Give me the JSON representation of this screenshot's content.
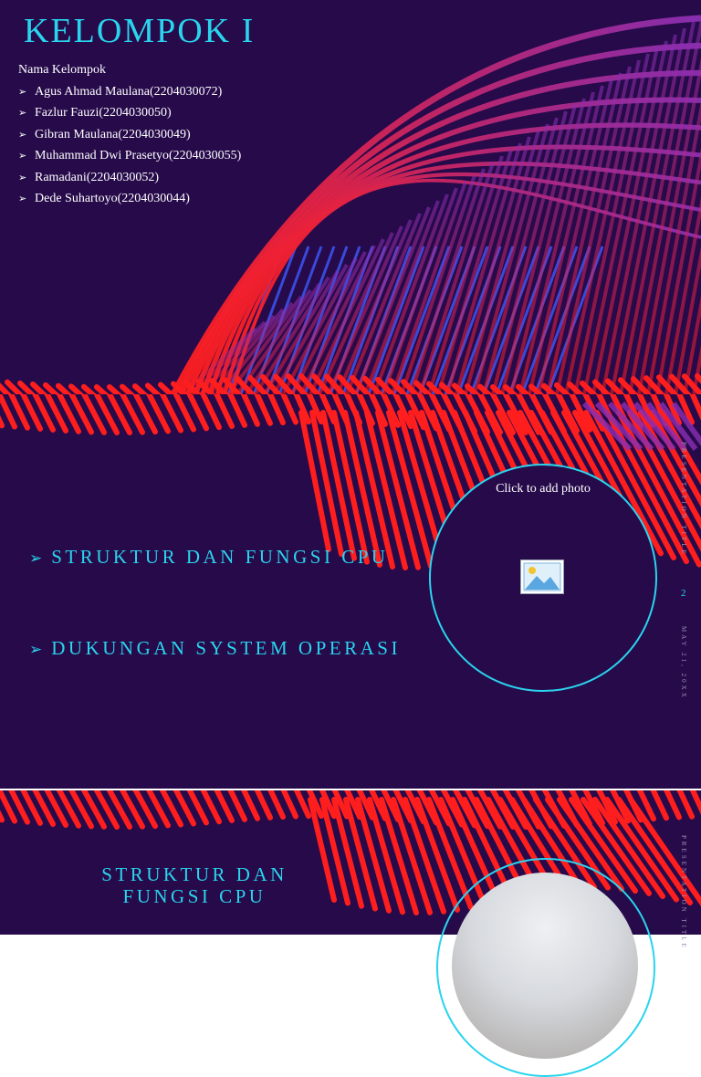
{
  "slide1": {
    "title": "KELOMPOK I",
    "group_label": "Nama Kelompok",
    "members": [
      "Agus Ahmad Maulana(2204030072)",
      "Fazlur Fauzi(2204030050)",
      "Gibran Maulana(2204030049)",
      "Muhammad Dwi Prasetyo(2204030055)",
      "Ramadani(2204030052)",
      "Dede Suhartoyo(2204030044)"
    ]
  },
  "slide2": {
    "topics": [
      "STRUKTUR DAN FUNGSI CPU",
      "DUKUNGAN SYSTEM OPERASI"
    ],
    "photo_placeholder": "Click to add photo",
    "side_title": "PRESENTATION TITLE",
    "page_number": "2",
    "side_date": "MAY 21, 20XX"
  },
  "slide3": {
    "title": "STRUKTUR DAN FUNGSI CPU",
    "side_title": "PRESENTATION TITLE"
  },
  "bullet_glyph": "➢",
  "icons": {
    "placeholder": "picture-icon"
  },
  "colors": {
    "background": "#260a4a",
    "accent": "#2ad4ee",
    "ribbon_red": "#ff1e1e",
    "ribbon_blue": "#3d5bff",
    "ribbon_purple": "#8a2fb5",
    "text": "#ffffff"
  }
}
